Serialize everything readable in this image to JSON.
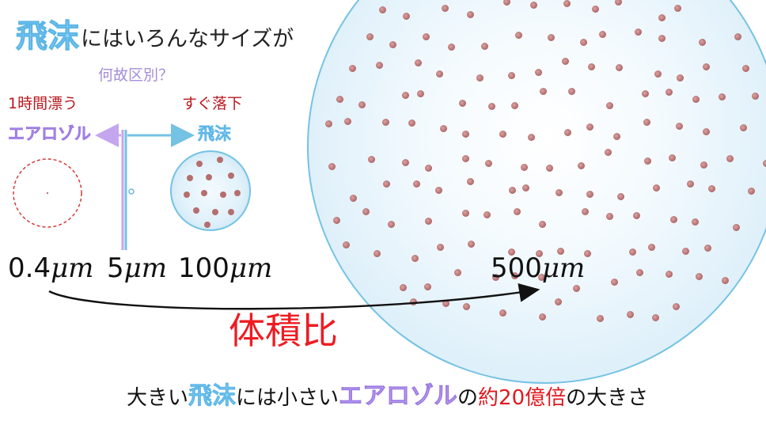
{
  "title": {
    "emphasis": "飛沫",
    "rest": "にはいろんなサイズが"
  },
  "question": "何故区別？",
  "labels": {
    "stays_airborne": "1時間漂う",
    "falls_fast": "すぐ落下",
    "aerosol": "エアロゾル",
    "droplet": "飛沫"
  },
  "scale": [
    {
      "value": "0.4",
      "unit": "μm"
    },
    {
      "value": "5",
      "unit": "μm"
    },
    {
      "value": "100",
      "unit": "μm"
    },
    {
      "value": "500",
      "unit": "μm"
    }
  ],
  "volume_ratio_label": "体積比",
  "summary": {
    "part1": "大きい",
    "part2": "飛沫",
    "part3": "には小さい",
    "part4": "エアロゾル",
    "part5": "の",
    "part6": "約20億倍",
    "part7": "の大きさ"
  },
  "colors": {
    "droplet_blue": "#8bd4f7",
    "aerosol_purple": "#b698f0",
    "accent_red": "#ee1c22",
    "particle": "#b56e6e",
    "divider_blue": "#74c2e4",
    "divider_purple": "#c4a6ee"
  }
}
